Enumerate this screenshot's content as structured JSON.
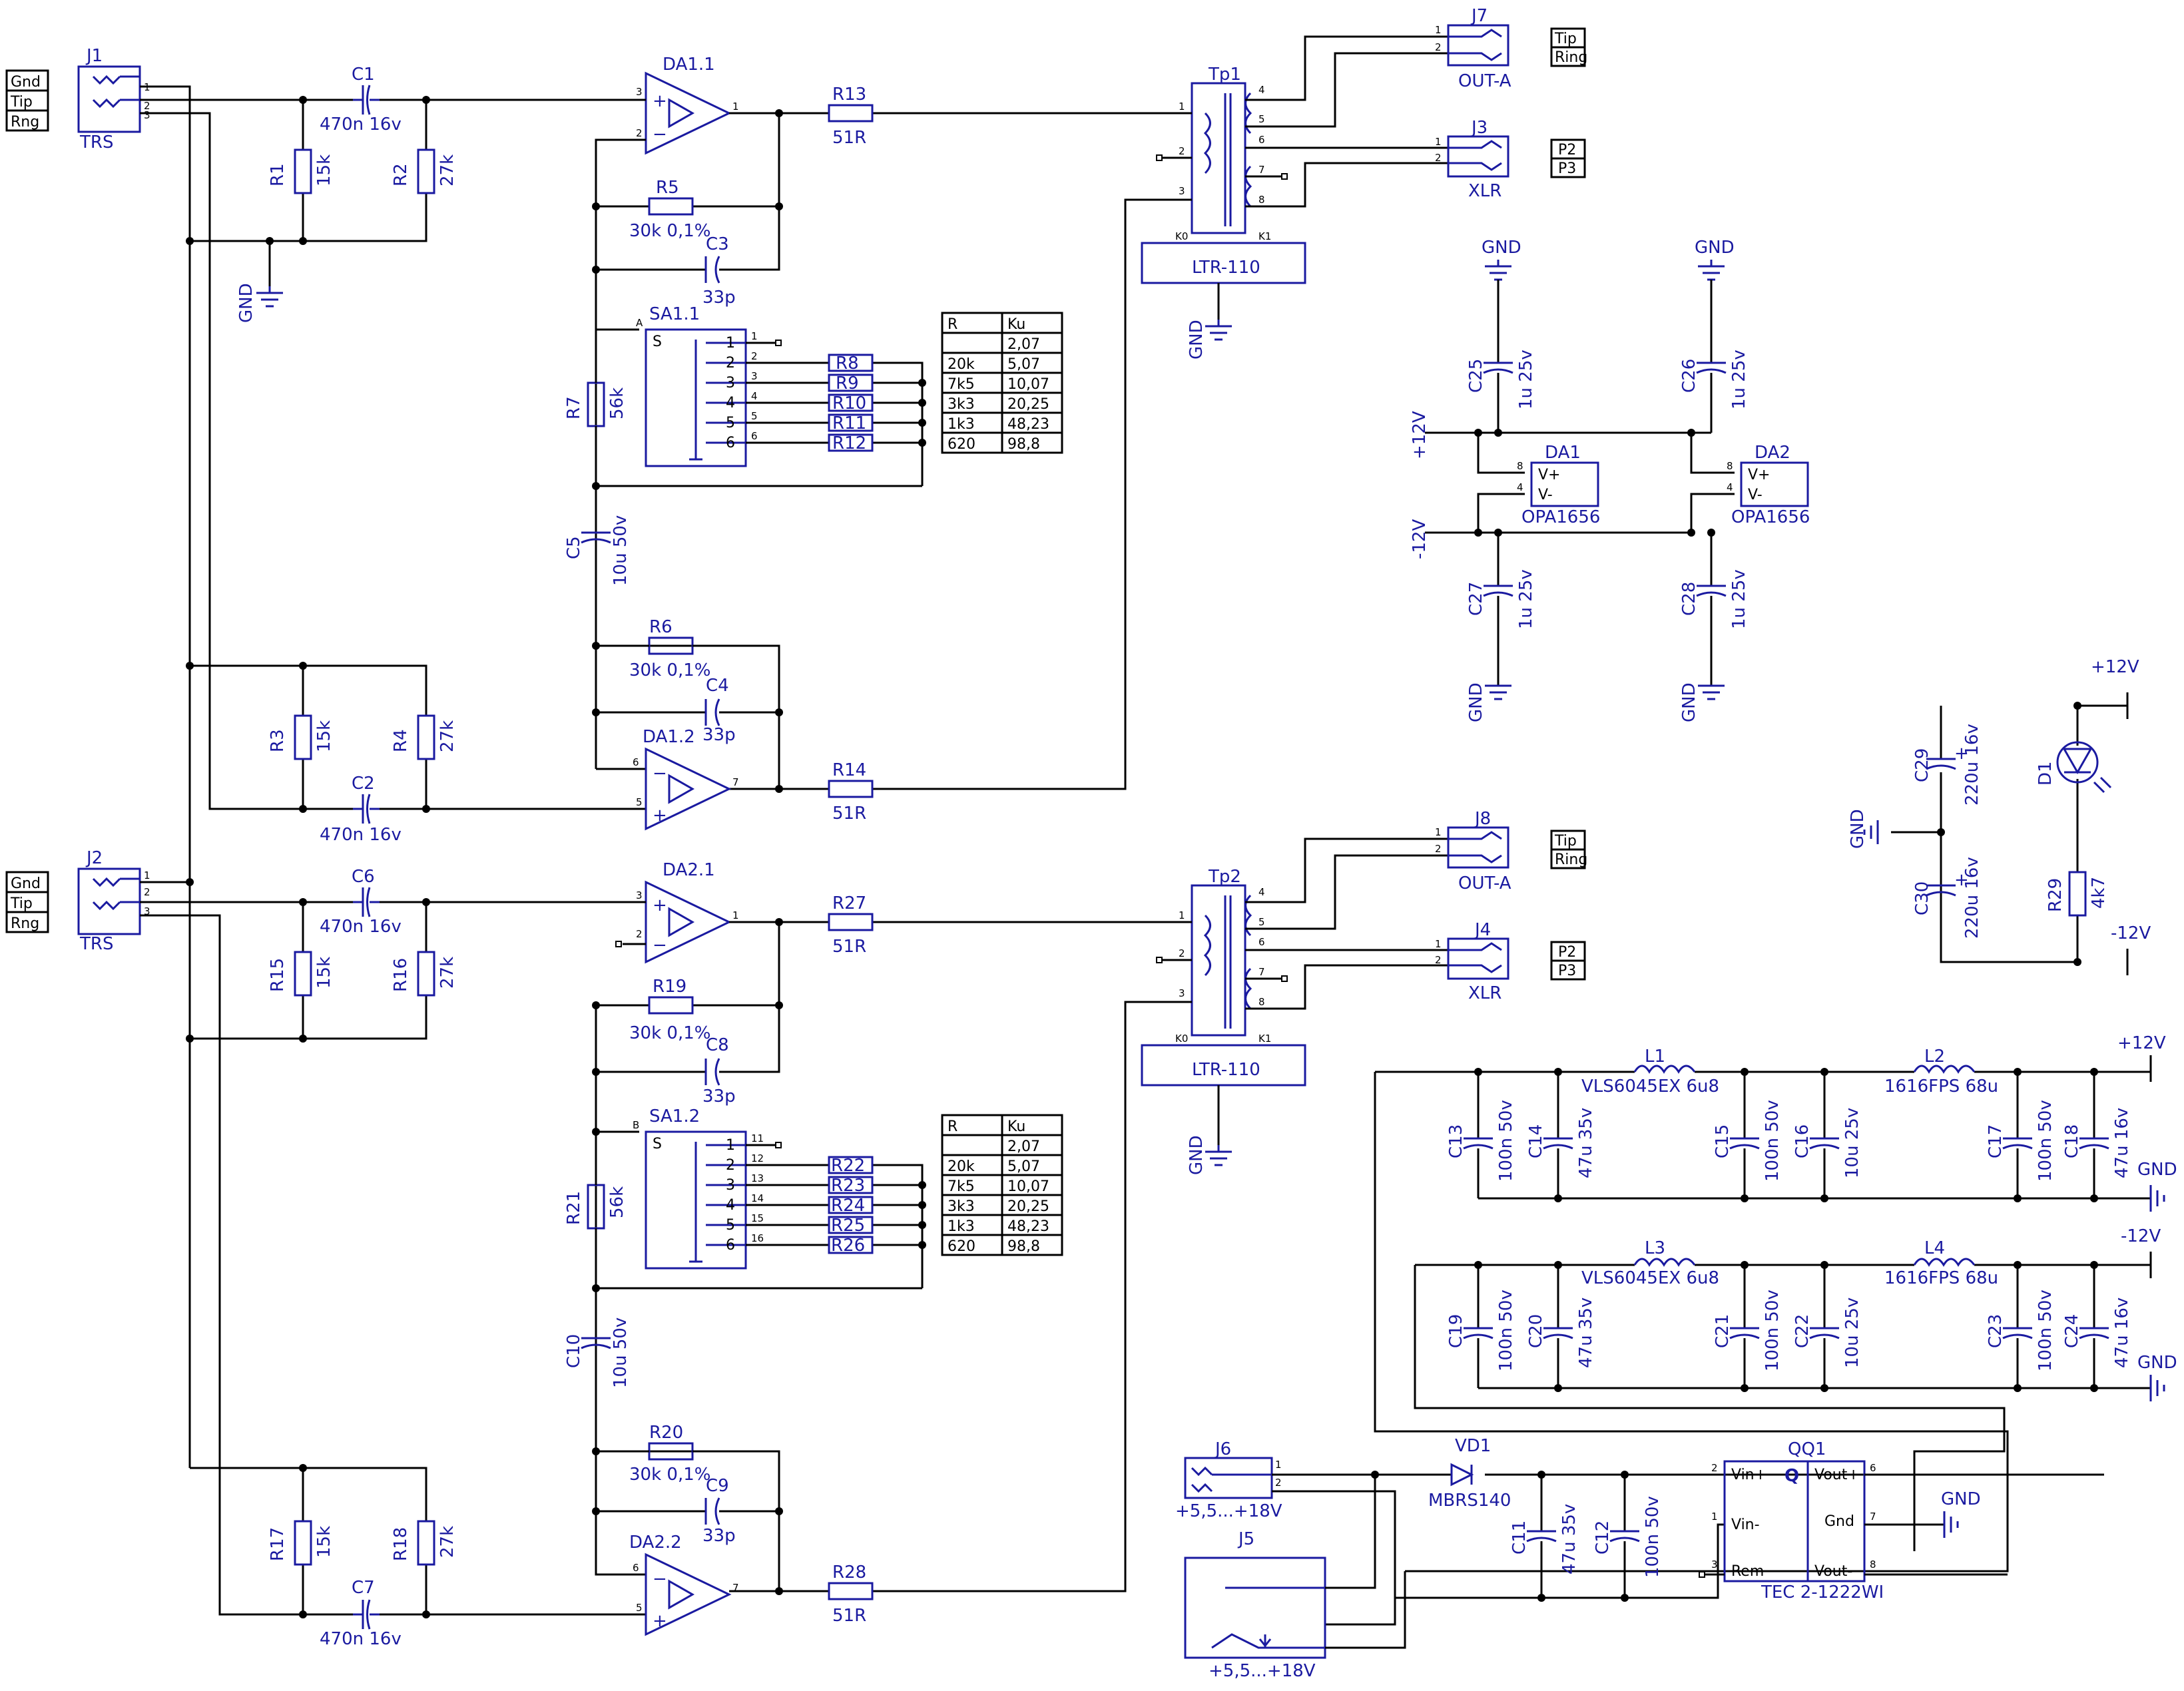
{
  "jacks": {
    "j1": {
      "ref": "J1",
      "type": "TRS",
      "pins": [
        "Gnd",
        "Tip",
        "Rng"
      ]
    },
    "j2": {
      "ref": "J2",
      "type": "TRS",
      "pins": [
        "Gnd",
        "Tip",
        "Rng"
      ]
    },
    "j7": {
      "ref": "J7",
      "name": "OUT-A",
      "tags": [
        "Tip",
        "Ring"
      ]
    },
    "j3": {
      "ref": "J3",
      "name": "XLR",
      "tags": [
        "P2",
        "P3"
      ]
    },
    "j8": {
      "ref": "J8",
      "name": "OUT-A",
      "tags": [
        "Tip",
        "Ring"
      ]
    },
    "j4": {
      "ref": "J4",
      "name": "XLR",
      "tags": [
        "P2",
        "P3"
      ]
    },
    "j6": {
      "ref": "J6",
      "label": "+5,5...+18V"
    },
    "j5": {
      "ref": "J5",
      "label": "+5,5...+18V"
    }
  },
  "caps": {
    "c1": {
      "ref": "C1",
      "val": "470n  16v"
    },
    "c2": {
      "ref": "C2",
      "val": "470n  16v"
    },
    "c6": {
      "ref": "C6",
      "val": "470n  16v"
    },
    "c7": {
      "ref": "C7",
      "val": "470n  16v"
    },
    "c3": {
      "ref": "C3",
      "val": "33p"
    },
    "c4": {
      "ref": "C4",
      "val": "33p"
    },
    "c8": {
      "ref": "C8",
      "val": "33p"
    },
    "c9": {
      "ref": "C9",
      "val": "33p"
    },
    "c5": {
      "ref": "C5",
      "val": "10u  50v"
    },
    "c10": {
      "ref": "C10",
      "val": "10u  50v"
    },
    "c25": {
      "ref": "C25",
      "val": "1u  25v"
    },
    "c26": {
      "ref": "C26",
      "val": "1u  25v"
    },
    "c27": {
      "ref": "C27",
      "val": "1u  25v"
    },
    "c28": {
      "ref": "C28",
      "val": "1u  25v"
    },
    "c29": {
      "ref": "C29",
      "val": "220u  16v"
    },
    "c30": {
      "ref": "C30",
      "val": "220u  16v"
    },
    "c13": {
      "ref": "C13",
      "val": "100n  50v"
    },
    "c14": {
      "ref": "C14",
      "val": "47u  35v"
    },
    "c15": {
      "ref": "C15",
      "val": "100n  50v"
    },
    "c16": {
      "ref": "C16",
      "val": "10u  25v"
    },
    "c17": {
      "ref": "C17",
      "val": "100n  50v"
    },
    "c18": {
      "ref": "C18",
      "val": "47u  16v"
    },
    "c19": {
      "ref": "C19",
      "val": "100n  50v"
    },
    "c20": {
      "ref": "C20",
      "val": "47u  35v"
    },
    "c21": {
      "ref": "C21",
      "val": "100n  50v"
    },
    "c22": {
      "ref": "C22",
      "val": "10u  25v"
    },
    "c23": {
      "ref": "C23",
      "val": "100n  50v"
    },
    "c24": {
      "ref": "C24",
      "val": "47u  16v"
    },
    "c11": {
      "ref": "C11",
      "val": "47u  35v"
    },
    "c12": {
      "ref": "C12",
      "val": "100n  50v"
    }
  },
  "res": {
    "r1": {
      "ref": "R1",
      "val": "15k"
    },
    "r2": {
      "ref": "R2",
      "val": "27k"
    },
    "r3": {
      "ref": "R3",
      "val": "15k"
    },
    "r4": {
      "ref": "R4",
      "val": "27k"
    },
    "r15": {
      "ref": "R15",
      "val": "15k"
    },
    "r16": {
      "ref": "R16",
      "val": "27k"
    },
    "r17": {
      "ref": "R17",
      "val": "15k"
    },
    "r18": {
      "ref": "R18",
      "val": "27k"
    },
    "r5": {
      "ref": "R5",
      "val": "30k  0,1%"
    },
    "r6": {
      "ref": "R6",
      "val": "30k  0,1%"
    },
    "r19": {
      "ref": "R19",
      "val": "30k  0,1%"
    },
    "r20": {
      "ref": "R20",
      "val": "30k  0,1%"
    },
    "r7": {
      "ref": "R7",
      "val": "56k"
    },
    "r21": {
      "ref": "R21",
      "val": "56k"
    },
    "r13": {
      "ref": "R13",
      "val": "51R"
    },
    "r14": {
      "ref": "R14",
      "val": "51R"
    },
    "r27": {
      "ref": "R27",
      "val": "51R"
    },
    "r28": {
      "ref": "R28",
      "val": "51R"
    },
    "r29": {
      "ref": "R29",
      "val": "4k7"
    },
    "sa1": [
      "R8",
      "R9",
      "R10",
      "R11",
      "R12"
    ],
    "sa2": [
      "R22",
      "R23",
      "R24",
      "R25",
      "R26"
    ]
  },
  "opamps": {
    "da11": "DA1.1",
    "da12": "DA1.2",
    "da21": "DA2.1",
    "da22": "DA2.2",
    "da1": {
      "ref": "DA1",
      "part": "OPA1656"
    },
    "da2": {
      "ref": "DA2",
      "part": "OPA1656"
    }
  },
  "switches": {
    "sa11": {
      "ref": "SA1.1",
      "common": "A",
      "s": "S",
      "pins_out": [
        "1",
        "2",
        "3",
        "4",
        "5",
        "6"
      ]
    },
    "sa12": {
      "ref": "SA1.2",
      "common": "B",
      "s": "S",
      "pins_out": [
        "11",
        "12",
        "13",
        "14",
        "15",
        "16"
      ]
    },
    "positions": [
      "1",
      "2",
      "3",
      "4",
      "5",
      "6"
    ]
  },
  "gain_table": {
    "headers": [
      "R",
      "Ku"
    ],
    "rows": [
      [
        "",
        "2,07"
      ],
      [
        "20k",
        "5,07"
      ],
      [
        "7k5",
        "10,07"
      ],
      [
        "3k3",
        "20,25"
      ],
      [
        "1k3",
        "48,23"
      ],
      [
        "620",
        "98,8"
      ]
    ]
  },
  "transformers": {
    "tp1": {
      "ref": "Tp1",
      "part": "LTR-110"
    },
    "tp2": {
      "ref": "Tp2",
      "part": "LTR-110"
    },
    "pins": [
      "1",
      "2",
      "3",
      "4",
      "5",
      "6",
      "7",
      "8"
    ],
    "shield": [
      "K0",
      "K1"
    ]
  },
  "inductors": {
    "l1": {
      "ref": "L1",
      "val": "VLS6045EX  6u8"
    },
    "l2": {
      "ref": "L2",
      "val": "1616FPS  68u"
    },
    "l3": {
      "ref": "L3",
      "val": "VLS6045EX  6u8"
    },
    "l4": {
      "ref": "L4",
      "val": "1616FPS  68u"
    }
  },
  "power": {
    "gnd": "GND",
    "p12": "+12V",
    "m12": "-12V",
    "d1": "D1",
    "vd1": {
      "ref": "VD1",
      "part": "MBRS140"
    },
    "qq1": {
      "ref": "QQ1",
      "part": "TEC  2-1222WI",
      "pins": [
        "Vin+",
        "Vin-",
        "Rem",
        "Vout+",
        "Gnd",
        "Vout-"
      ],
      "pin_nums": [
        "2",
        "1",
        "3",
        "6",
        "7",
        "8"
      ],
      "mark": "Q"
    },
    "opamp_pins": {
      "vp": "V+",
      "vm": "V-",
      "p8": "8",
      "p4": "4"
    }
  },
  "pin_numbers": {
    "p1": "1",
    "p2": "2",
    "p3": "3",
    "p5": "5",
    "p6": "6",
    "p7": "7"
  }
}
